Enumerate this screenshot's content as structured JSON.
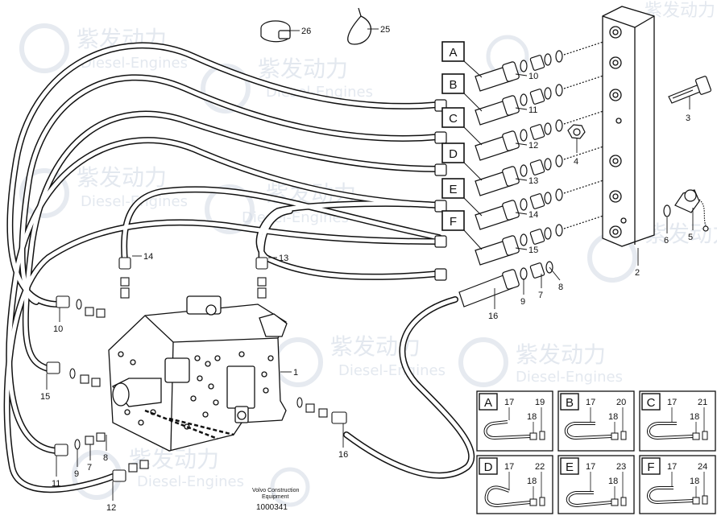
{
  "watermark": {
    "brand_cn": "紫发动力",
    "brand_en": "Diesel-Engines"
  },
  "footer": {
    "line1": "Volvo Construction",
    "line2": "Equipment",
    "drawing_number": "1000341"
  },
  "hose_letters": [
    "A",
    "B",
    "C",
    "D",
    "E",
    "F"
  ],
  "callouts": {
    "c26": "26",
    "c25": "25",
    "c3": "3",
    "c4": "4",
    "c5": "5",
    "c6": "6",
    "c2": "2",
    "c8r": "8",
    "c7r": "7",
    "c9r": "9",
    "c16r": "16",
    "c10r": "10",
    "c11r": "11",
    "c12r": "12",
    "c13r": "13",
    "c14r": "14",
    "c15r": "15",
    "c14l": "14",
    "c13l": "13",
    "c1": "1",
    "c10l": "10",
    "c15l": "15",
    "c11l": "11",
    "c9l": "9",
    "c7l": "7",
    "c8l": "8",
    "c12l": "12",
    "c16l": "16"
  },
  "detail_panels": [
    {
      "letter": "A",
      "hose": "17",
      "fitting": "18",
      "item": "19"
    },
    {
      "letter": "B",
      "hose": "17",
      "fitting": "18",
      "item": "20"
    },
    {
      "letter": "C",
      "hose": "17",
      "fitting": "18",
      "item": "21"
    },
    {
      "letter": "D",
      "hose": "17",
      "fitting": "18",
      "item": "22"
    },
    {
      "letter": "E",
      "hose": "17",
      "fitting": "18",
      "item": "23"
    },
    {
      "letter": "F",
      "hose": "17",
      "fitting": "18",
      "item": "24"
    }
  ]
}
